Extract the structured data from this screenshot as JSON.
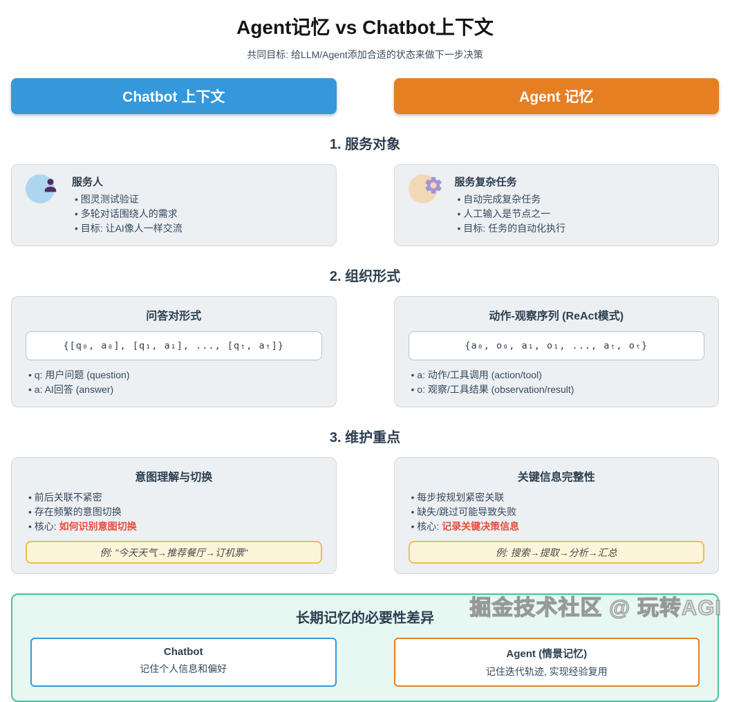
{
  "header": {
    "title": "Agent记忆 vs Chatbot上下文",
    "subtitle": "共同目标: 给LLM/Agent添加合适的状态来做下一步决策",
    "left_banner": "Chatbot 上下文",
    "right_banner": "Agent 记忆"
  },
  "colors": {
    "chatbot_blue": "#3498db",
    "agent_orange": "#e67e22",
    "core_red": "#e74c3c",
    "panel_teal": "#4abda2"
  },
  "sections": [
    {
      "heading": "1. 服务对象",
      "left": {
        "icon": "user-icon",
        "title": "服务人",
        "bullets": [
          "图灵测试验证",
          "多轮对话围绕人的需求",
          "目标: 让AI像人一样交流"
        ]
      },
      "right": {
        "icon": "gear-icon",
        "title": "服务复杂任务",
        "bullets": [
          "自动完成复杂任务",
          "人工输入是节点之一",
          "目标: 任务的自动化执行"
        ]
      }
    },
    {
      "heading": "2. 组织形式",
      "left": {
        "title": "问答对形式",
        "code": "{[q₀, a₀], [q₁, a₁], ..., [qₜ, aₜ]}",
        "bullets": [
          "q: 用户问题 (question)",
          "a: AI回答 (answer)"
        ]
      },
      "right": {
        "title": "动作-观察序列 (ReAct模式)",
        "code": "{a₀, o₀, a₁, o₁, ..., aₜ, oₜ}",
        "bullets": [
          "a: 动作/工具调用 (action/tool)",
          "o: 观察/工具结果 (observation/result)"
        ]
      }
    },
    {
      "heading": "3. 维护重点",
      "left": {
        "title": "意图理解与切换",
        "bullets": [
          "前后关联不紧密",
          "存在频繁的意图切换"
        ],
        "core_label": "核心:",
        "core_text": "如何识别意图切换",
        "example": "例: \"今天天气→推荐餐厅→订机票\""
      },
      "right": {
        "title": "关键信息完整性",
        "bullets": [
          "每步按规划紧密关联",
          "缺失/跳过可能导致失败"
        ],
        "core_label": "核心:",
        "core_text": "记录关键决策信息",
        "example": "例: 搜索→提取→分析→汇总"
      }
    }
  ],
  "footer": {
    "title": "长期记忆的必要性差异",
    "left": {
      "title": "Chatbot",
      "text": "记住个人信息和偏好"
    },
    "right": {
      "title": "Agent (情景记忆)",
      "text": "记住迭代轨迹, 实现经验复用"
    }
  },
  "watermark": "掘金技术社区 @ 玩转AGI"
}
